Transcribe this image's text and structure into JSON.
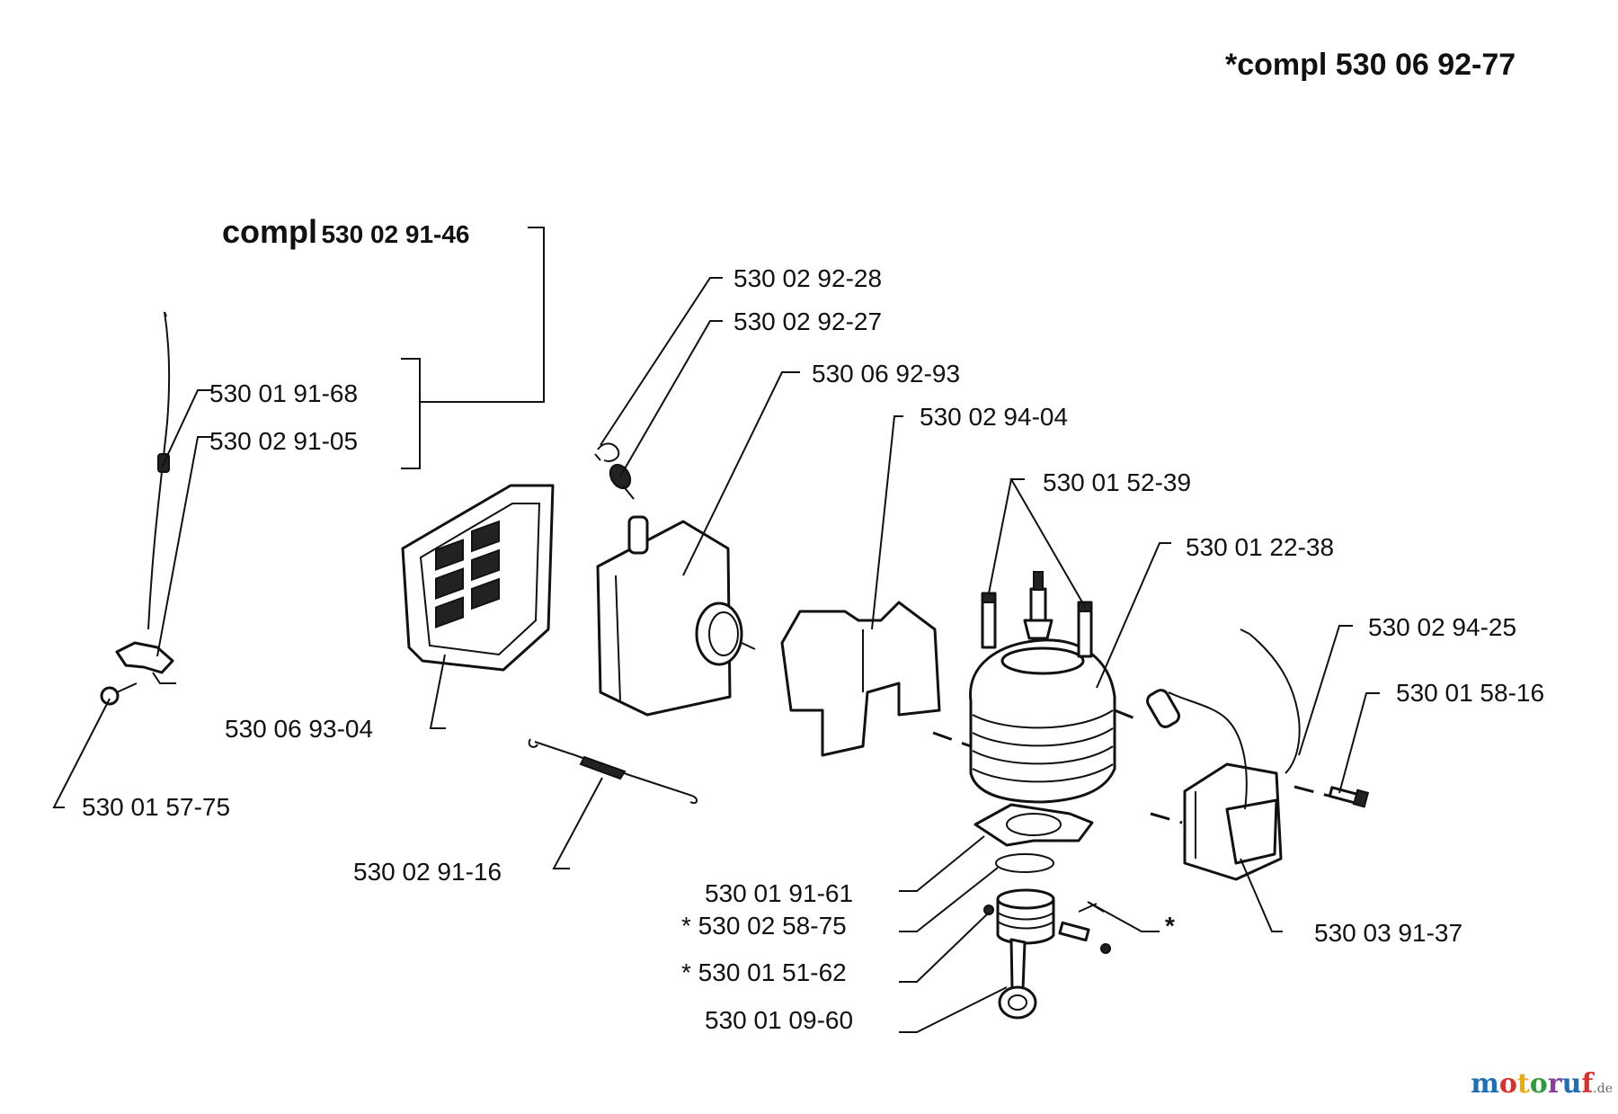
{
  "header": {
    "assembly": "*compl 530 06 92-77"
  },
  "group": {
    "prefix": "compl",
    "number": "530 02 91-46"
  },
  "labels": {
    "p_530_02_92_28": "530 02 92-28",
    "p_530_02_92_27": "530 02 92-27",
    "p_530_06_92_93": "530 06 92-93",
    "p_530_02_94_04": "530 02 94-04",
    "p_530_01_52_39": "530 01 52-39",
    "p_530_01_22_38": "530 01 22-38",
    "p_530_02_94_25": "530 02 94-25",
    "p_530_01_58_16": "530 01 58-16",
    "p_530_01_91_68": "530 01 91-68",
    "p_530_02_91_05": "530 02 91-05",
    "p_530_06_93_04": "530 06 93-04",
    "p_530_01_57_75": "530 01 57-75",
    "p_530_02_91_16": "530 02 91-16",
    "p_530_01_91_61": "530 01 91-61",
    "p_530_02_58_75": "* 530 02 58-75",
    "p_530_01_51_62": "* 530 01 51-62",
    "p_530_01_09_60": "530 01 09-60",
    "p_530_03_91_37": "530 03 91-37",
    "star": "*"
  },
  "logo": {
    "text": "motoruf",
    "suffix": ".de",
    "colors": [
      "#1e6fb8",
      "#d9302c",
      "#f2a900",
      "#2e9c3e",
      "#8a3fa0",
      "#1e6fb8",
      "#d9302c"
    ]
  }
}
